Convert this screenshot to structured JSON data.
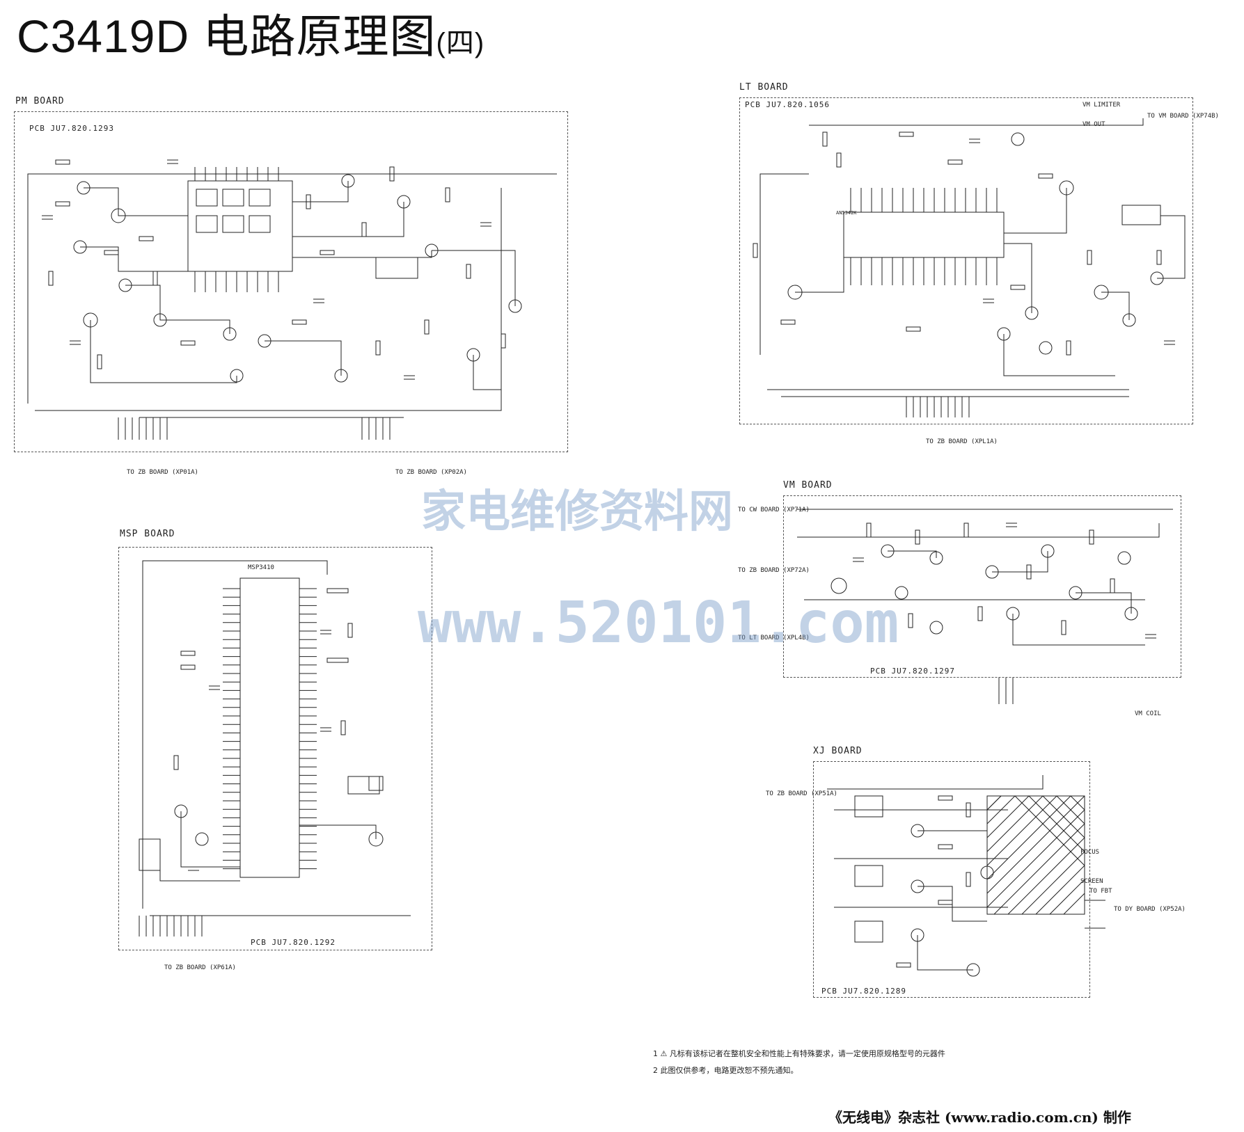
{
  "title": "C3419D 电路原理图",
  "title_suffix": "(四)",
  "boards": {
    "pm": {
      "label": "PM BOARD",
      "pcb": "PCB JU7.820.1293",
      "conn_left": "TO ZB BOARD (XP01A)",
      "conn_right": "TO ZB BOARD (XP02A)"
    },
    "lt": {
      "label": "LT BOARD",
      "pcb": "PCB JU7.820.1056",
      "ic": "AN5342K",
      "conn": "TO ZB BOARD (XPL1A)",
      "vm_limiter": "VM LIMITER",
      "vm_out": "VM OUT",
      "to_vm": "TO VM BOARD (XP74B)"
    },
    "vm": {
      "label": "VM BOARD",
      "pcb": "PCB JU7.820.1297",
      "to_cw": "TO CW BOARD (XP71A)",
      "to_zb": "TO ZB BOARD (XP72A)",
      "to_lt": "TO LT BOARD (XPL4B)",
      "vm_coil": "VM COIL"
    },
    "msp": {
      "label": "MSP BOARD",
      "pcb": "PCB JU7.820.1292",
      "ic": "MSP3410",
      "conn": "TO ZB BOARD (XP61A)"
    },
    "xj": {
      "label": "XJ BOARD",
      "pcb": "PCB JU7.820.1289",
      "to_zb": "TO ZB BOARD (XP51A)",
      "to_dy": "TO DY BOARD (XP52A)",
      "focus": "FOCUS",
      "screen": "SCREEN",
      "to_fbt": "TO FBT"
    }
  },
  "watermark": {
    "cn": "家电维修资料网",
    "url": "www.520101.com"
  },
  "notes": [
    "1  ⚠ 凡标有该标记者在整机安全和性能上有特殊要求，请一定使用原规格型号的元器件",
    "2  此图仅供参考，电路更改恕不预先通知。"
  ],
  "footer": "《无线电》杂志社 (www.radio.com.cn) 制作",
  "icons": [
    "resistor-symbol",
    "capacitor-symbol",
    "transistor-symbol",
    "ic-chip-symbol",
    "warning-triangle-icon"
  ]
}
